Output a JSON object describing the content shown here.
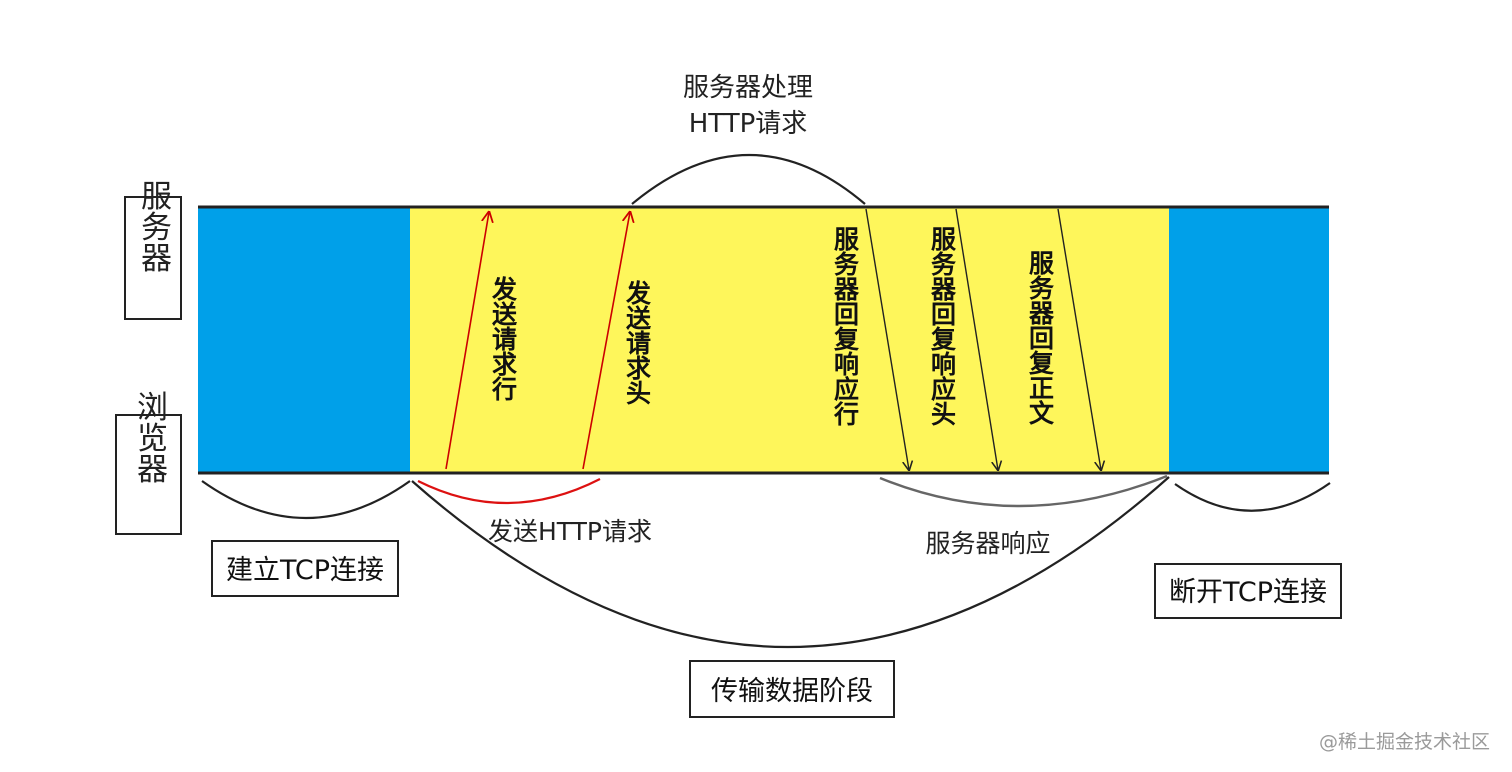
{
  "diagram": {
    "actors": {
      "server": "服务器",
      "browser": "浏览器"
    },
    "top_label": {
      "line1": "服务器处理",
      "line2": "HTTP请求"
    },
    "arrows": {
      "send_request_line": "发送请求行",
      "send_request_header": "发送请求头",
      "response_line": "服务器回复响应行",
      "response_header": "服务器回复响应头",
      "response_body": "服务器回复正文"
    },
    "phases": {
      "tcp_connect": "建立TCP连接",
      "send_http_request": "发送HTTP请求",
      "server_response": "服务器响应",
      "data_transfer": "传输数据阶段",
      "tcp_disconnect": "断开TCP连接"
    },
    "colors": {
      "tcp_phase": "#00a0e9",
      "transfer_phase": "#fef65b",
      "request_arrow": "#cc0000",
      "response_arrow": "#222222",
      "request_arc": "#dd1111",
      "response_arc": "#666666"
    },
    "watermark": "@稀土掘金技术社区"
  }
}
